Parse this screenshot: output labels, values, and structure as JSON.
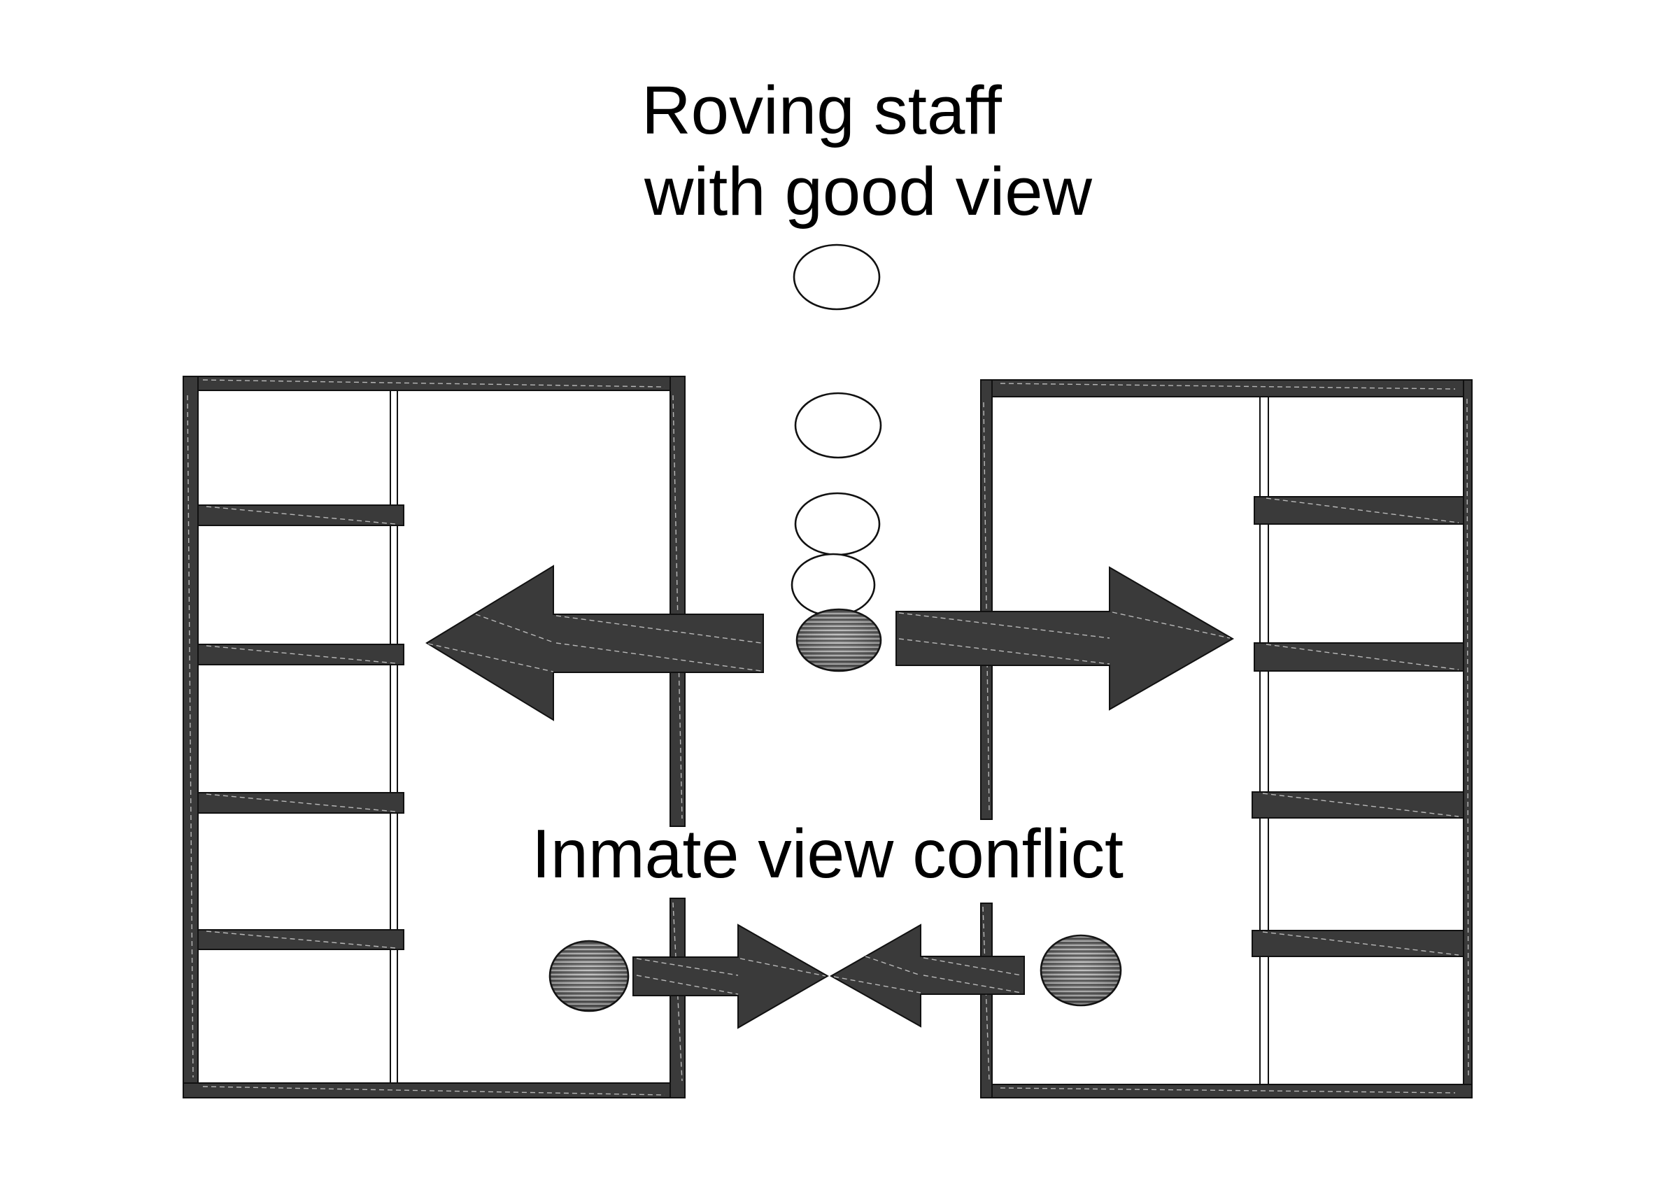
{
  "diagram": {
    "title_line_1": "Roving staff",
    "title_line_2": "with good view",
    "conflict_label": "Inmate view conflict",
    "colors": {
      "structure": "#3a3a3a",
      "outline": "#111111",
      "background": "#ffffff",
      "text": "#000000"
    },
    "elements": {
      "buildings": [
        {
          "name": "left-housing-unit",
          "cells": 5,
          "cell_side": "left"
        },
        {
          "name": "right-housing-unit",
          "cells": 5,
          "cell_side": "right"
        }
      ],
      "roving_staff_positions": 4,
      "staff_current_position": "filled",
      "inmates": 2,
      "view_arrows": [
        {
          "name": "staff-view-left",
          "direction": "left"
        },
        {
          "name": "staff-view-right",
          "direction": "right"
        },
        {
          "name": "inmate-view-left",
          "direction": "right"
        },
        {
          "name": "inmate-view-right",
          "direction": "left"
        }
      ]
    }
  }
}
